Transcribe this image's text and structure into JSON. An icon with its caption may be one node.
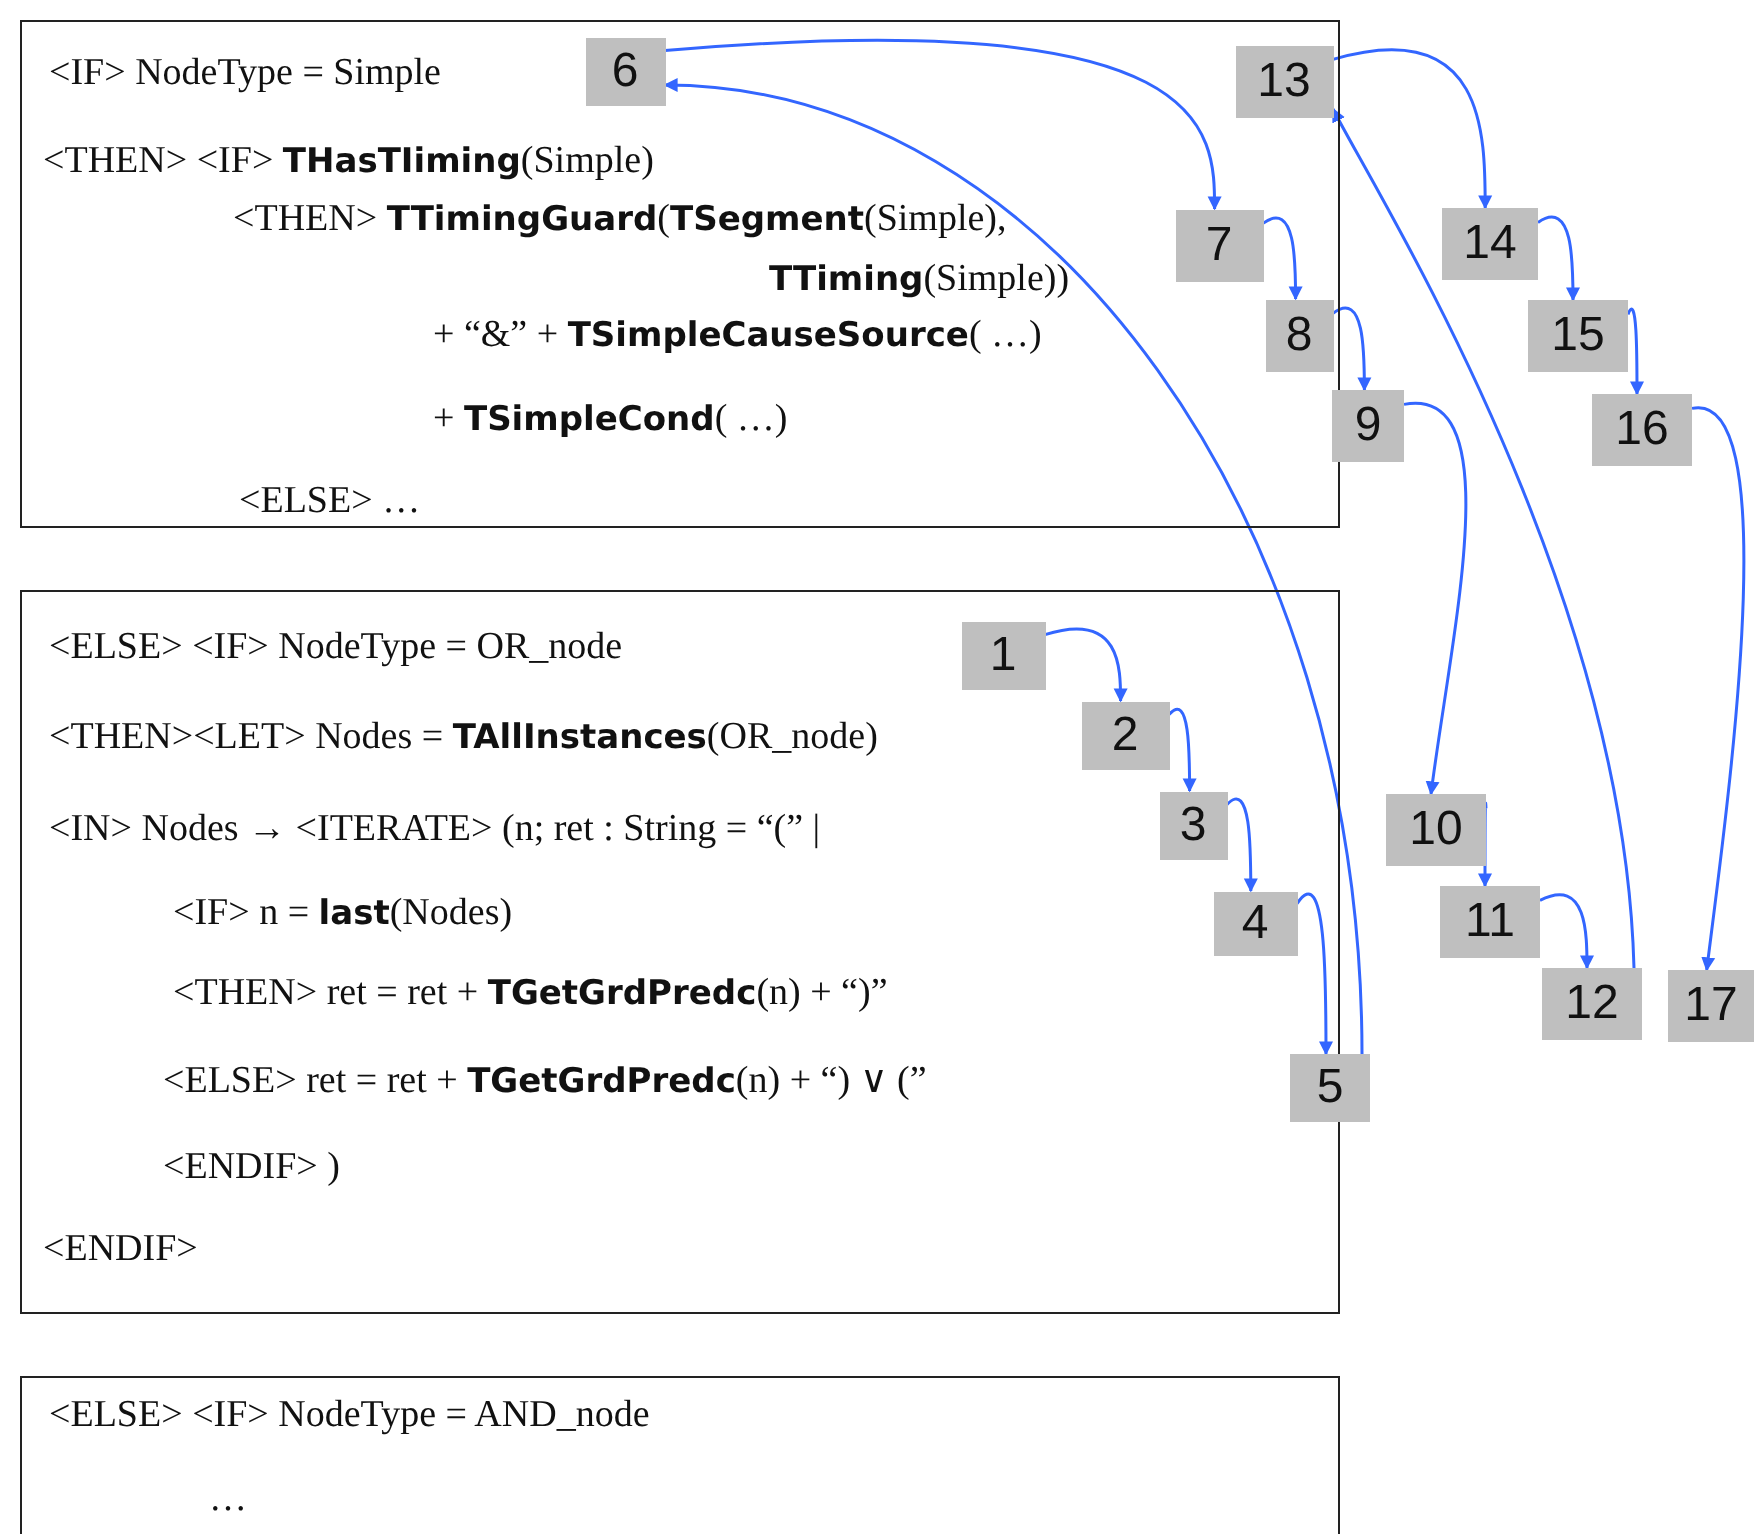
{
  "diagram": {
    "nodes": [
      {
        "text": [
          "<IF> NodeType = Simple",
          "<THEN> <IF> **THasTIiming**(Simple)",
          "<THEN> **TTimingGuard**(**TSegment**(Simple), **TTiming**(Simple))",
          "+ “&” + **TSimpleCauseSource**( …)",
          "+ **TSimpleCond**( …)",
          "<ELSE> …"
        ]
      },
      {
        "text": [
          "<ELSE> <IF> NodeType = OR_node",
          "<THEN><LET> Nodes = **TAllInstances**(OR_node)",
          "<IN> Nodes → <ITERATE> (n; ret : String = “(” |",
          "<IF> n = **last**(Nodes)",
          "<THEN> ret = ret + **TGetGrdPredc**(n) + “)”",
          "<ELSE> ret = ret + **TGetGrdPredc**(n) + “) ∨ (”",
          "<ENDIF> )",
          "<ENDIF>"
        ]
      },
      {
        "text": [
          "<ELSE> <IF> NodeType = AND_node",
          "…"
        ]
      },
      {
        "text": [
          "1"
        ],
        "in": 1
      },
      {
        "text": [
          "2"
        ],
        "in": 1
      },
      {
        "text": [
          "3"
        ],
        "in": 1
      },
      {
        "text": [
          "4"
        ],
        "in": 1
      },
      {
        "text": [
          "5"
        ]
      },
      {
        "text": [
          "6"
        ],
        "in": 0
      },
      {
        "text": [
          "7"
        ],
        "in": 0
      },
      {
        "text": [
          "8"
        ],
        "in": 0
      },
      {
        "text": [
          "9"
        ]
      },
      {
        "text": [
          "10"
        ]
      },
      {
        "text": [
          "11"
        ]
      },
      {
        "text": [
          "12"
        ]
      },
      {
        "text": [
          "13"
        ],
        "in": 0
      },
      {
        "text": [
          "14"
        ]
      },
      {
        "text": [
          "15"
        ]
      },
      {
        "text": [
          "16"
        ]
      },
      {
        "text": [
          "17"
        ]
      }
    ],
    "edges": [
      {
        "from": 3,
        "to": 4,
        "arrow": "to"
      },
      {
        "from": 4,
        "to": 5,
        "arrow": "to"
      },
      {
        "from": 5,
        "to": 6,
        "arrow": "to"
      },
      {
        "from": 6,
        "to": 7,
        "arrow": "to"
      },
      {
        "from": 7,
        "to": 8,
        "arrow": "to"
      },
      {
        "from": 8,
        "to": 9,
        "arrow": "to"
      },
      {
        "from": 9,
        "to": 10,
        "arrow": "to"
      },
      {
        "from": 10,
        "to": 11,
        "arrow": "to"
      },
      {
        "from": 11,
        "to": 12,
        "arrow": "to"
      },
      {
        "from": 12,
        "to": 13,
        "arrow": "to"
      },
      {
        "from": 13,
        "to": 14,
        "arrow": "to"
      },
      {
        "from": 14,
        "to": 15,
        "arrow": "to"
      },
      {
        "from": 15,
        "to": 16,
        "arrow": "to"
      },
      {
        "from": 16,
        "to": 17,
        "arrow": "to"
      },
      {
        "from": 17,
        "to": 18,
        "arrow": "to"
      },
      {
        "from": 18,
        "to": 19,
        "arrow": "to"
      }
    ]
  }
}
